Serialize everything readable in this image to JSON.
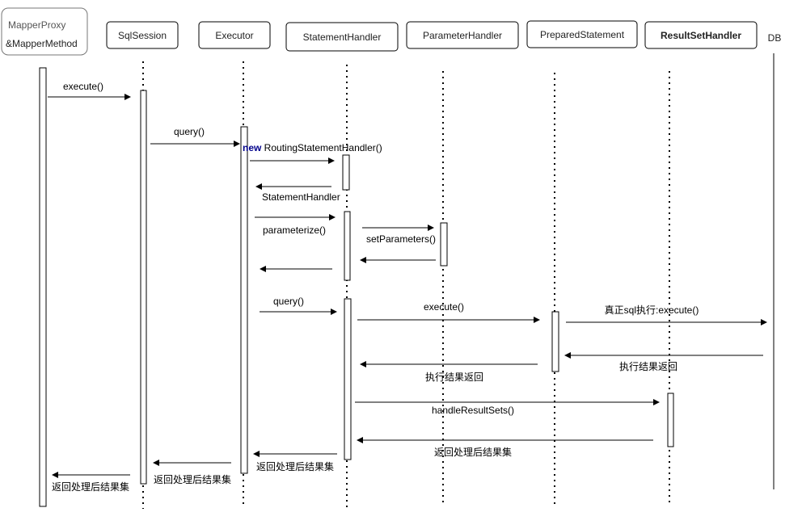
{
  "participants": {
    "mapper_proxy_line1": "MapperProxy",
    "mapper_proxy_line2": "&MapperMethod",
    "sql_session": "SqlSession",
    "executor": "Executor",
    "statement_handler": "StatementHandler",
    "parameter_handler": "ParameterHandler",
    "prepared_statement": "PreparedStatement",
    "result_set_handler": "ResultSetHandler",
    "db": "DB"
  },
  "messages": {
    "execute_call": "execute()",
    "query_call": "query()",
    "new_keyword": "new",
    "routing_handler": " RoutingStatementHandler()",
    "statement_handler_return": "StatementHandler",
    "parameterize": "parameterize()",
    "set_parameters": "setParameters()",
    "query_handler": "query()",
    "ps_execute": "execute()",
    "real_sql_execute": "真正sql执行:execute()",
    "exec_result_return": "执行结果返回",
    "exec_result_return_sh": "执行结果返回",
    "handle_result_sets": "handleResultSets()",
    "rsh_return": "返回处理后结果集",
    "sh_return": "返回处理后结果集",
    "executor_return": "返回处理后结果集",
    "session_return": "返回处理后结果集"
  }
}
